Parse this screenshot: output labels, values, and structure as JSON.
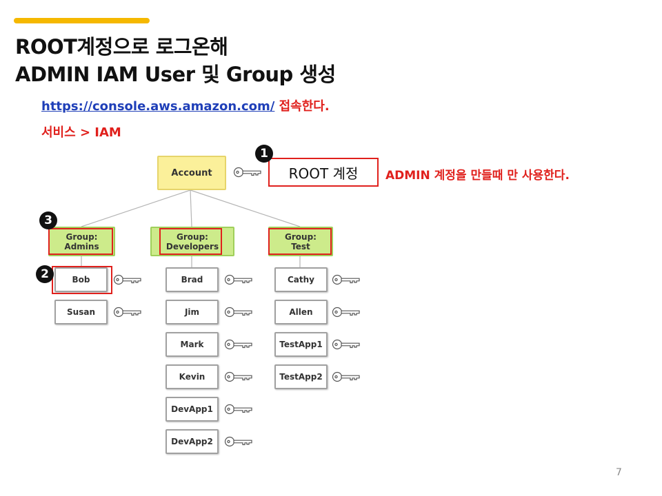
{
  "title": {
    "line1": "ROOT계정으로 로그온해",
    "line2": "ADMIN IAM User 및 Group 생성"
  },
  "instructions": {
    "url": "https://console.aws.amazon.com/",
    "url_suffix": " 접속한다.",
    "service_path": "서비스 > IAM"
  },
  "diagram": {
    "account": "Account",
    "root_label": "ROOT 계정",
    "root_note": "ADMIN 계정을 만들때 만 사용한다.",
    "badges": [
      "1",
      "2",
      "3"
    ],
    "groups": [
      {
        "line1": "Group:",
        "line2": "Admins",
        "users": [
          "Bob",
          "Susan"
        ]
      },
      {
        "line1": "Group:",
        "line2": "Developers",
        "users": [
          "Brad",
          "Jim",
          "Mark",
          "Kevin",
          "DevApp1",
          "DevApp2"
        ]
      },
      {
        "line1": "Group:",
        "line2": "Test",
        "users": [
          "Cathy",
          "Allen",
          "TestApp1",
          "TestApp2"
        ]
      }
    ],
    "icon": "key-icon"
  },
  "colors": {
    "accent": "#f5b800",
    "highlight_red": "#e0201c",
    "account_fill": "#fbf09a",
    "group_fill": "#cdeb8b",
    "link": "#1f3fb8"
  },
  "page_number": "7"
}
